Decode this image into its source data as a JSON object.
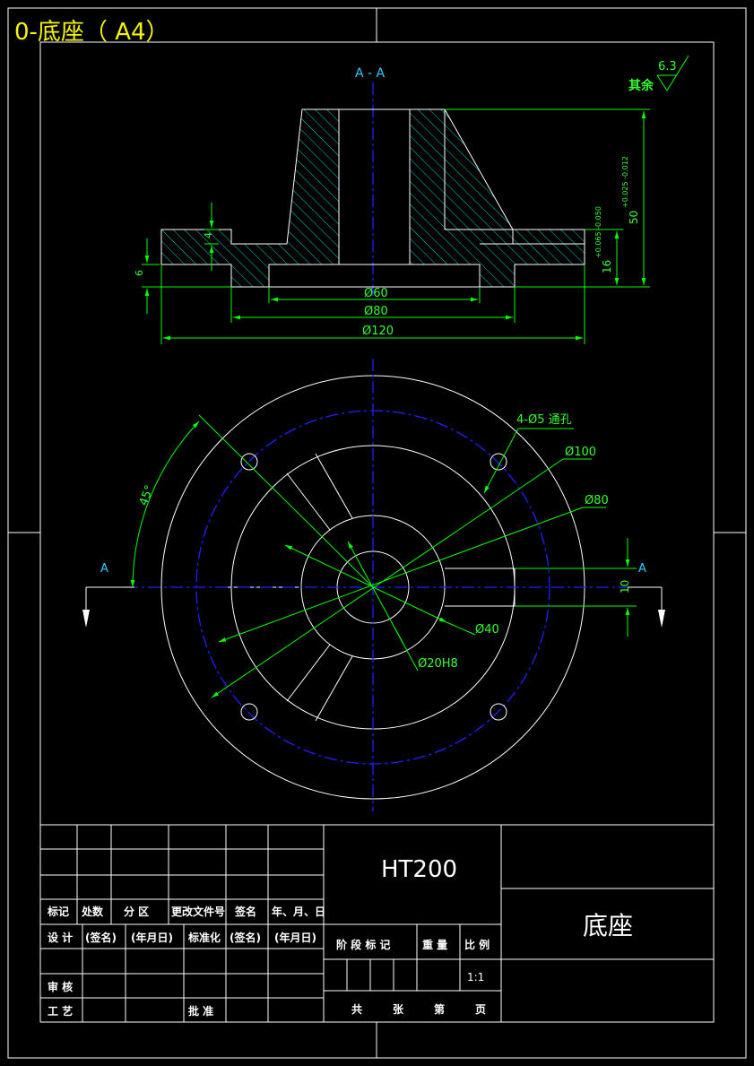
{
  "drawing_title": "0-底座（ A4）",
  "colors": {
    "background": "#000000",
    "outline": "#ffffff",
    "dimension": "#00ff00",
    "centerline": "#2020ff",
    "title": "#f5f500",
    "section_label": "#33ccff",
    "hatch": "#00cccc"
  },
  "roughness": {
    "value": "6.3",
    "label": "其余"
  },
  "section_view": {
    "label": "A - A",
    "dims": {
      "d60": "Ø60",
      "d80": "Ø80",
      "d120": "Ø120",
      "h4": "4",
      "h6": "6",
      "h16": "16",
      "h16_tol": "+0.065 -0.050",
      "h50": "50",
      "h50_tol": "+0.025 -0.012"
    }
  },
  "plan_view": {
    "section_mark_left": "A",
    "section_mark_right": "A",
    "dims": {
      "holes": "4-Ø5 通孔",
      "d100": "Ø100",
      "d80": "Ø80",
      "d40": "Ø40",
      "d20": "Ø20H8",
      "angle": "45°",
      "slot": "10"
    }
  },
  "title_block": {
    "material": "HT200",
    "part_name": "底座",
    "rev_headers": [
      "标记",
      "处数",
      "分 区",
      "更改文件号",
      "签名",
      "年、月、日"
    ],
    "design_row": [
      "设 计",
      "(签名)",
      "(年月日)",
      "标准化",
      "(签名)",
      "(年月日)"
    ],
    "review": "审 核",
    "process": "工 艺",
    "approve": "批 准",
    "stage_headers": [
      "阶 段 标 记",
      "重 量",
      "比 例"
    ],
    "scale": "1:1",
    "sheet_text": [
      "共",
      "张",
      "第",
      "页"
    ]
  }
}
